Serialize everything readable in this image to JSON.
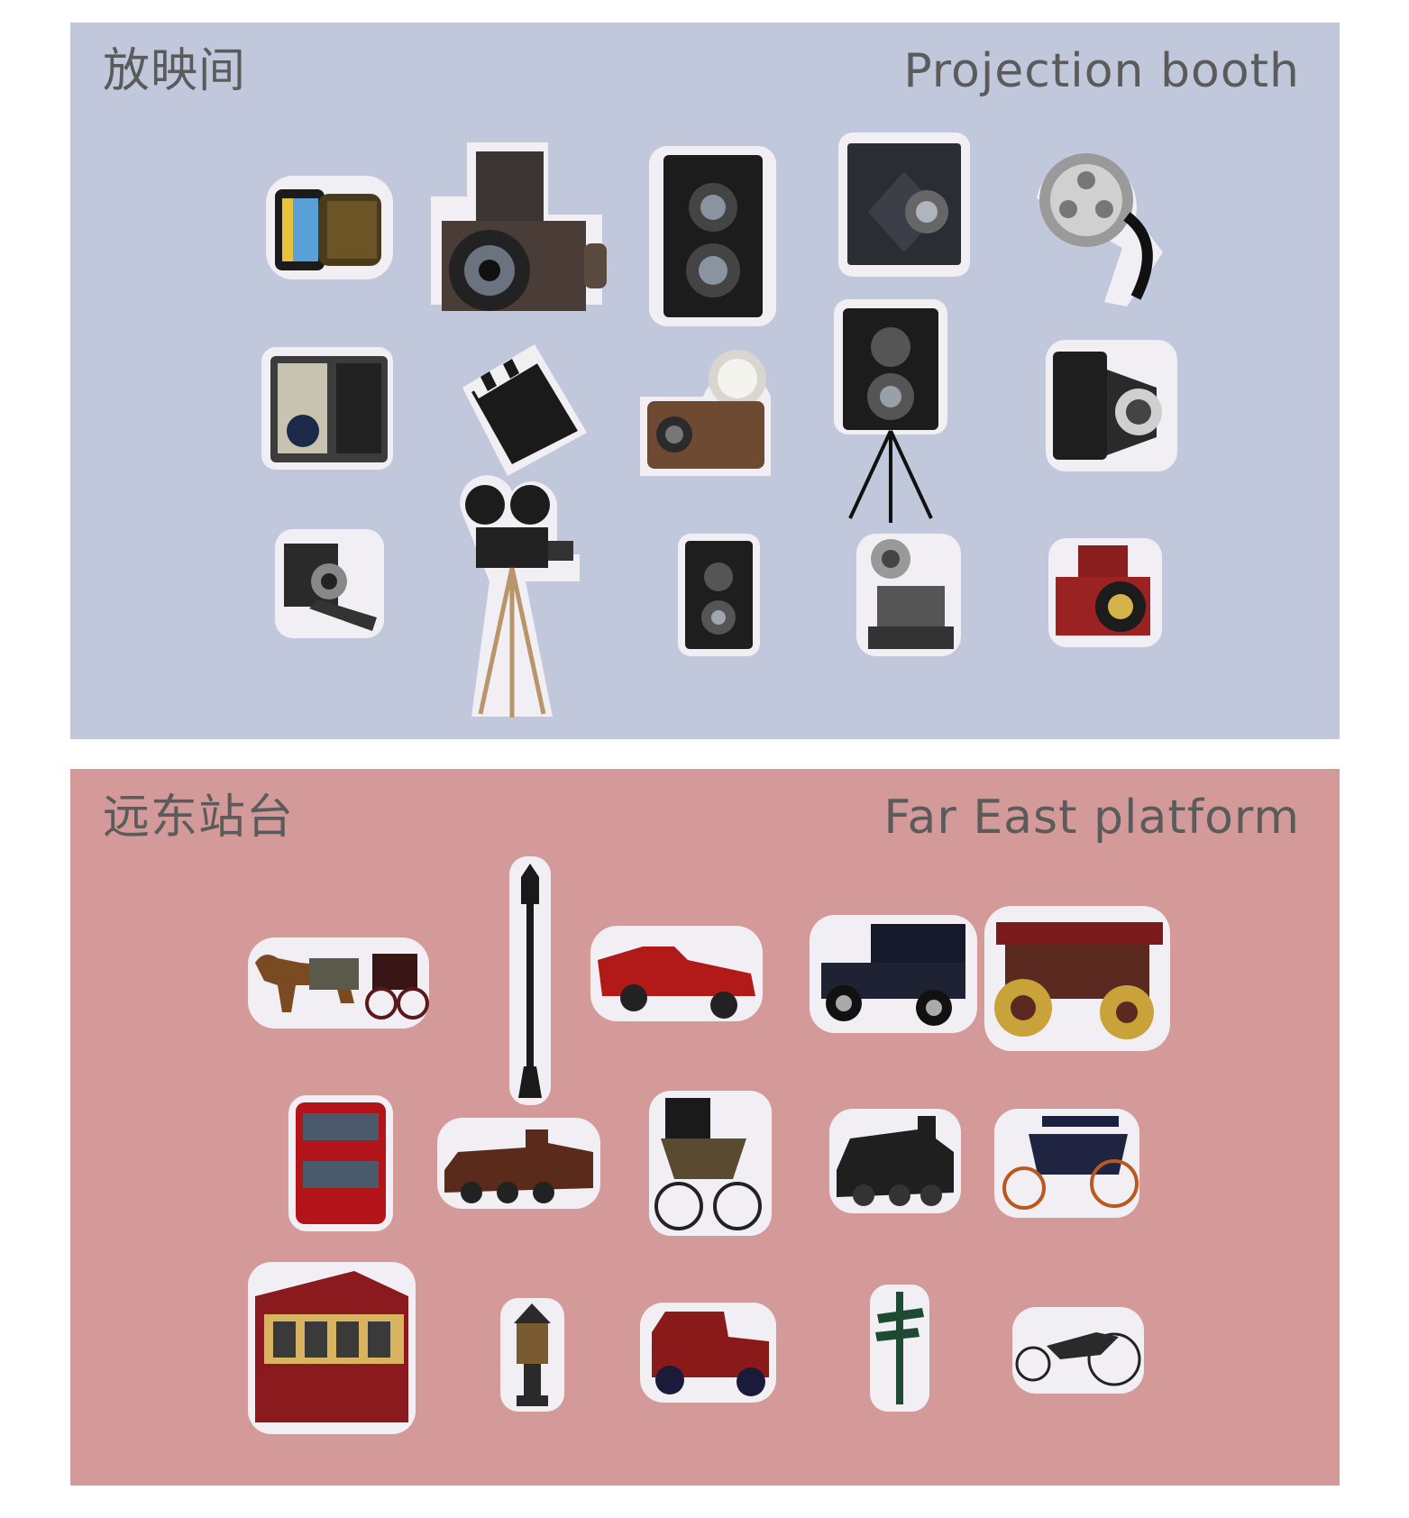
{
  "colors": {
    "panel_projection": "#c2c8dc",
    "panel_platform": "#d49a9a",
    "title_text": "#5b5b5b",
    "halo": "#f1eff4"
  },
  "sections": [
    {
      "title_zh": "放映间",
      "title_en": "Projection booth",
      "stickers": [
        {
          "name": "film-roll-icon"
        },
        {
          "name": "medium-format-camera-icon"
        },
        {
          "name": "twin-lens-camera-icon"
        },
        {
          "name": "box-camera-icon"
        },
        {
          "name": "film-reel-icon"
        },
        {
          "name": "instant-camera-icon"
        },
        {
          "name": "clapperboard-icon"
        },
        {
          "name": "flash-camera-icon"
        },
        {
          "name": "twin-lens-camera-tripod-icon"
        },
        {
          "name": "folding-camera-icon"
        },
        {
          "name": "press-camera-icon"
        },
        {
          "name": "movie-camera-tripod-icon"
        },
        {
          "name": "small-twin-lens-camera-icon"
        },
        {
          "name": "film-projector-icon"
        },
        {
          "name": "red-medium-format-camera-icon"
        }
      ]
    },
    {
      "title_zh": "远东站台",
      "title_en": "Far East platform",
      "stickers": [
        {
          "name": "horse-carriage-icon"
        },
        {
          "name": "street-lamp-icon"
        },
        {
          "name": "red-convertible-icon"
        },
        {
          "name": "vintage-black-car-icon"
        },
        {
          "name": "steam-traction-engine-icon"
        },
        {
          "name": "double-decker-bus-icon"
        },
        {
          "name": "steam-locomotive-icon"
        },
        {
          "name": "baby-pram-icon"
        },
        {
          "name": "black-locomotive-icon"
        },
        {
          "name": "horse-buggy-icon"
        },
        {
          "name": "tram-icon"
        },
        {
          "name": "lantern-icon"
        },
        {
          "name": "vintage-red-car-icon"
        },
        {
          "name": "signpost-icon"
        },
        {
          "name": "early-motorcar-icon"
        }
      ]
    }
  ]
}
